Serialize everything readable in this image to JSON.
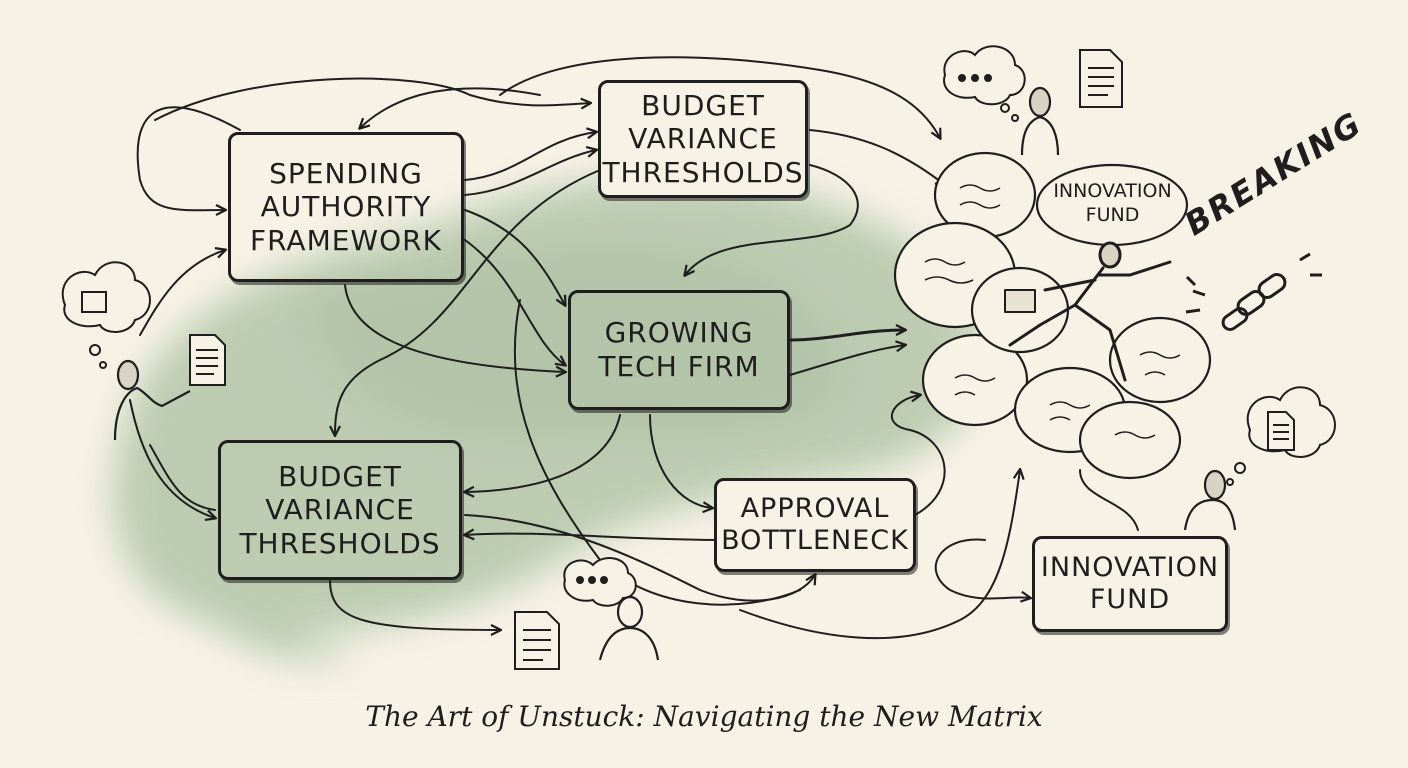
{
  "nodes": {
    "spending_authority": "SPENDING\nAUTHORITY\nFRAMEWORK",
    "budget_variance_top": "BUDGET\nVARIANCE\nTHRESHOLDS",
    "growing_tech_firm": "GROWING\nTECH FIRM",
    "budget_variance_bottom": "BUDGET\nVARIANCE\nTHRESHOLDS",
    "approval_bottleneck": "APPROVAL\nBOTTLENECK",
    "innovation_fund_box": "INNOVATION\nFUND"
  },
  "bubble_label": "INNOVATION\nFUND",
  "breaking_label": "BREAKING",
  "caption": "The Art of Unstuck: Navigating the New Matrix",
  "colors": {
    "ink": "#1e1e1e",
    "paper": "#f6f2e6",
    "wash": "#8fae87"
  }
}
